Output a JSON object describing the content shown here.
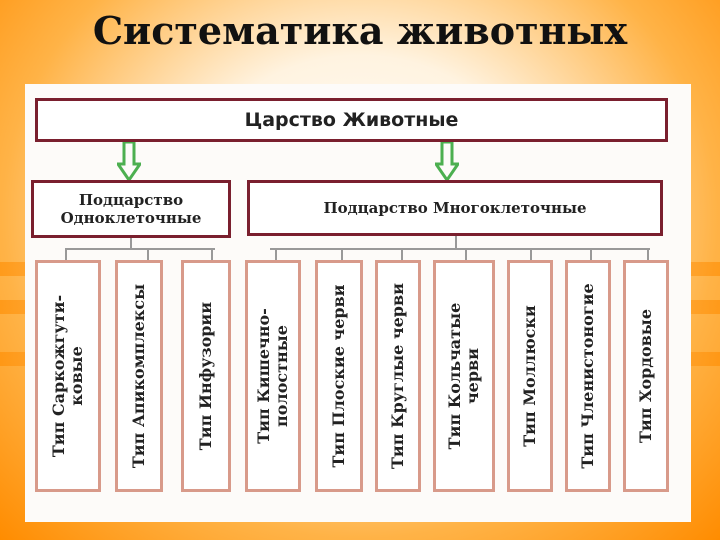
{
  "title": "Систематика животных",
  "kingdom": "Царство Животные",
  "subkingdoms": [
    "Подцарство\nОдноклеточные",
    "Подцарство Многоклеточные"
  ],
  "types": [
    "Тип Саркожгути-\nковые",
    "Тип Апикомплексы",
    "Тип Инфузории",
    "Тип Кишечно-\nполостные",
    "Тип Плоские черви",
    "Тип Круглые черви",
    "Тип Кольчатые\nчерви",
    "Тип Моллюски",
    "Тип Членистоногие",
    "Тип Хордовые"
  ],
  "colors": {
    "border": "#7a1f2e",
    "type_border": "#d89a8a",
    "arrow": "#4caf50"
  }
}
